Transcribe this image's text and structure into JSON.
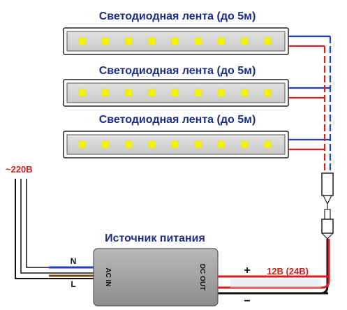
{
  "strips": [
    {
      "title": "Светодиодная лента (до 5м)",
      "led_count": 9
    },
    {
      "title": "Светодиодная лента (до 5м)",
      "led_count": 9
    },
    {
      "title": "Светодиодная лента (до 5м)",
      "led_count": 9
    }
  ],
  "mains": {
    "label": "~220В",
    "neutral": "N",
    "line": "L"
  },
  "psu": {
    "title": "Источник питания",
    "input_label": "AC IN",
    "output_label": "DC OUT"
  },
  "output": {
    "voltage": "12В (24В)",
    "plus": "+",
    "minus": "−"
  },
  "colors": {
    "title": "#1c2e8c",
    "wire_red": "#d91c1c",
    "wire_blue": "#1f3fbf",
    "wire_brown": "#7a4a1c",
    "wire_black": "#111111",
    "led": "#f4f400",
    "psu_body": "#9a9a9a"
  }
}
